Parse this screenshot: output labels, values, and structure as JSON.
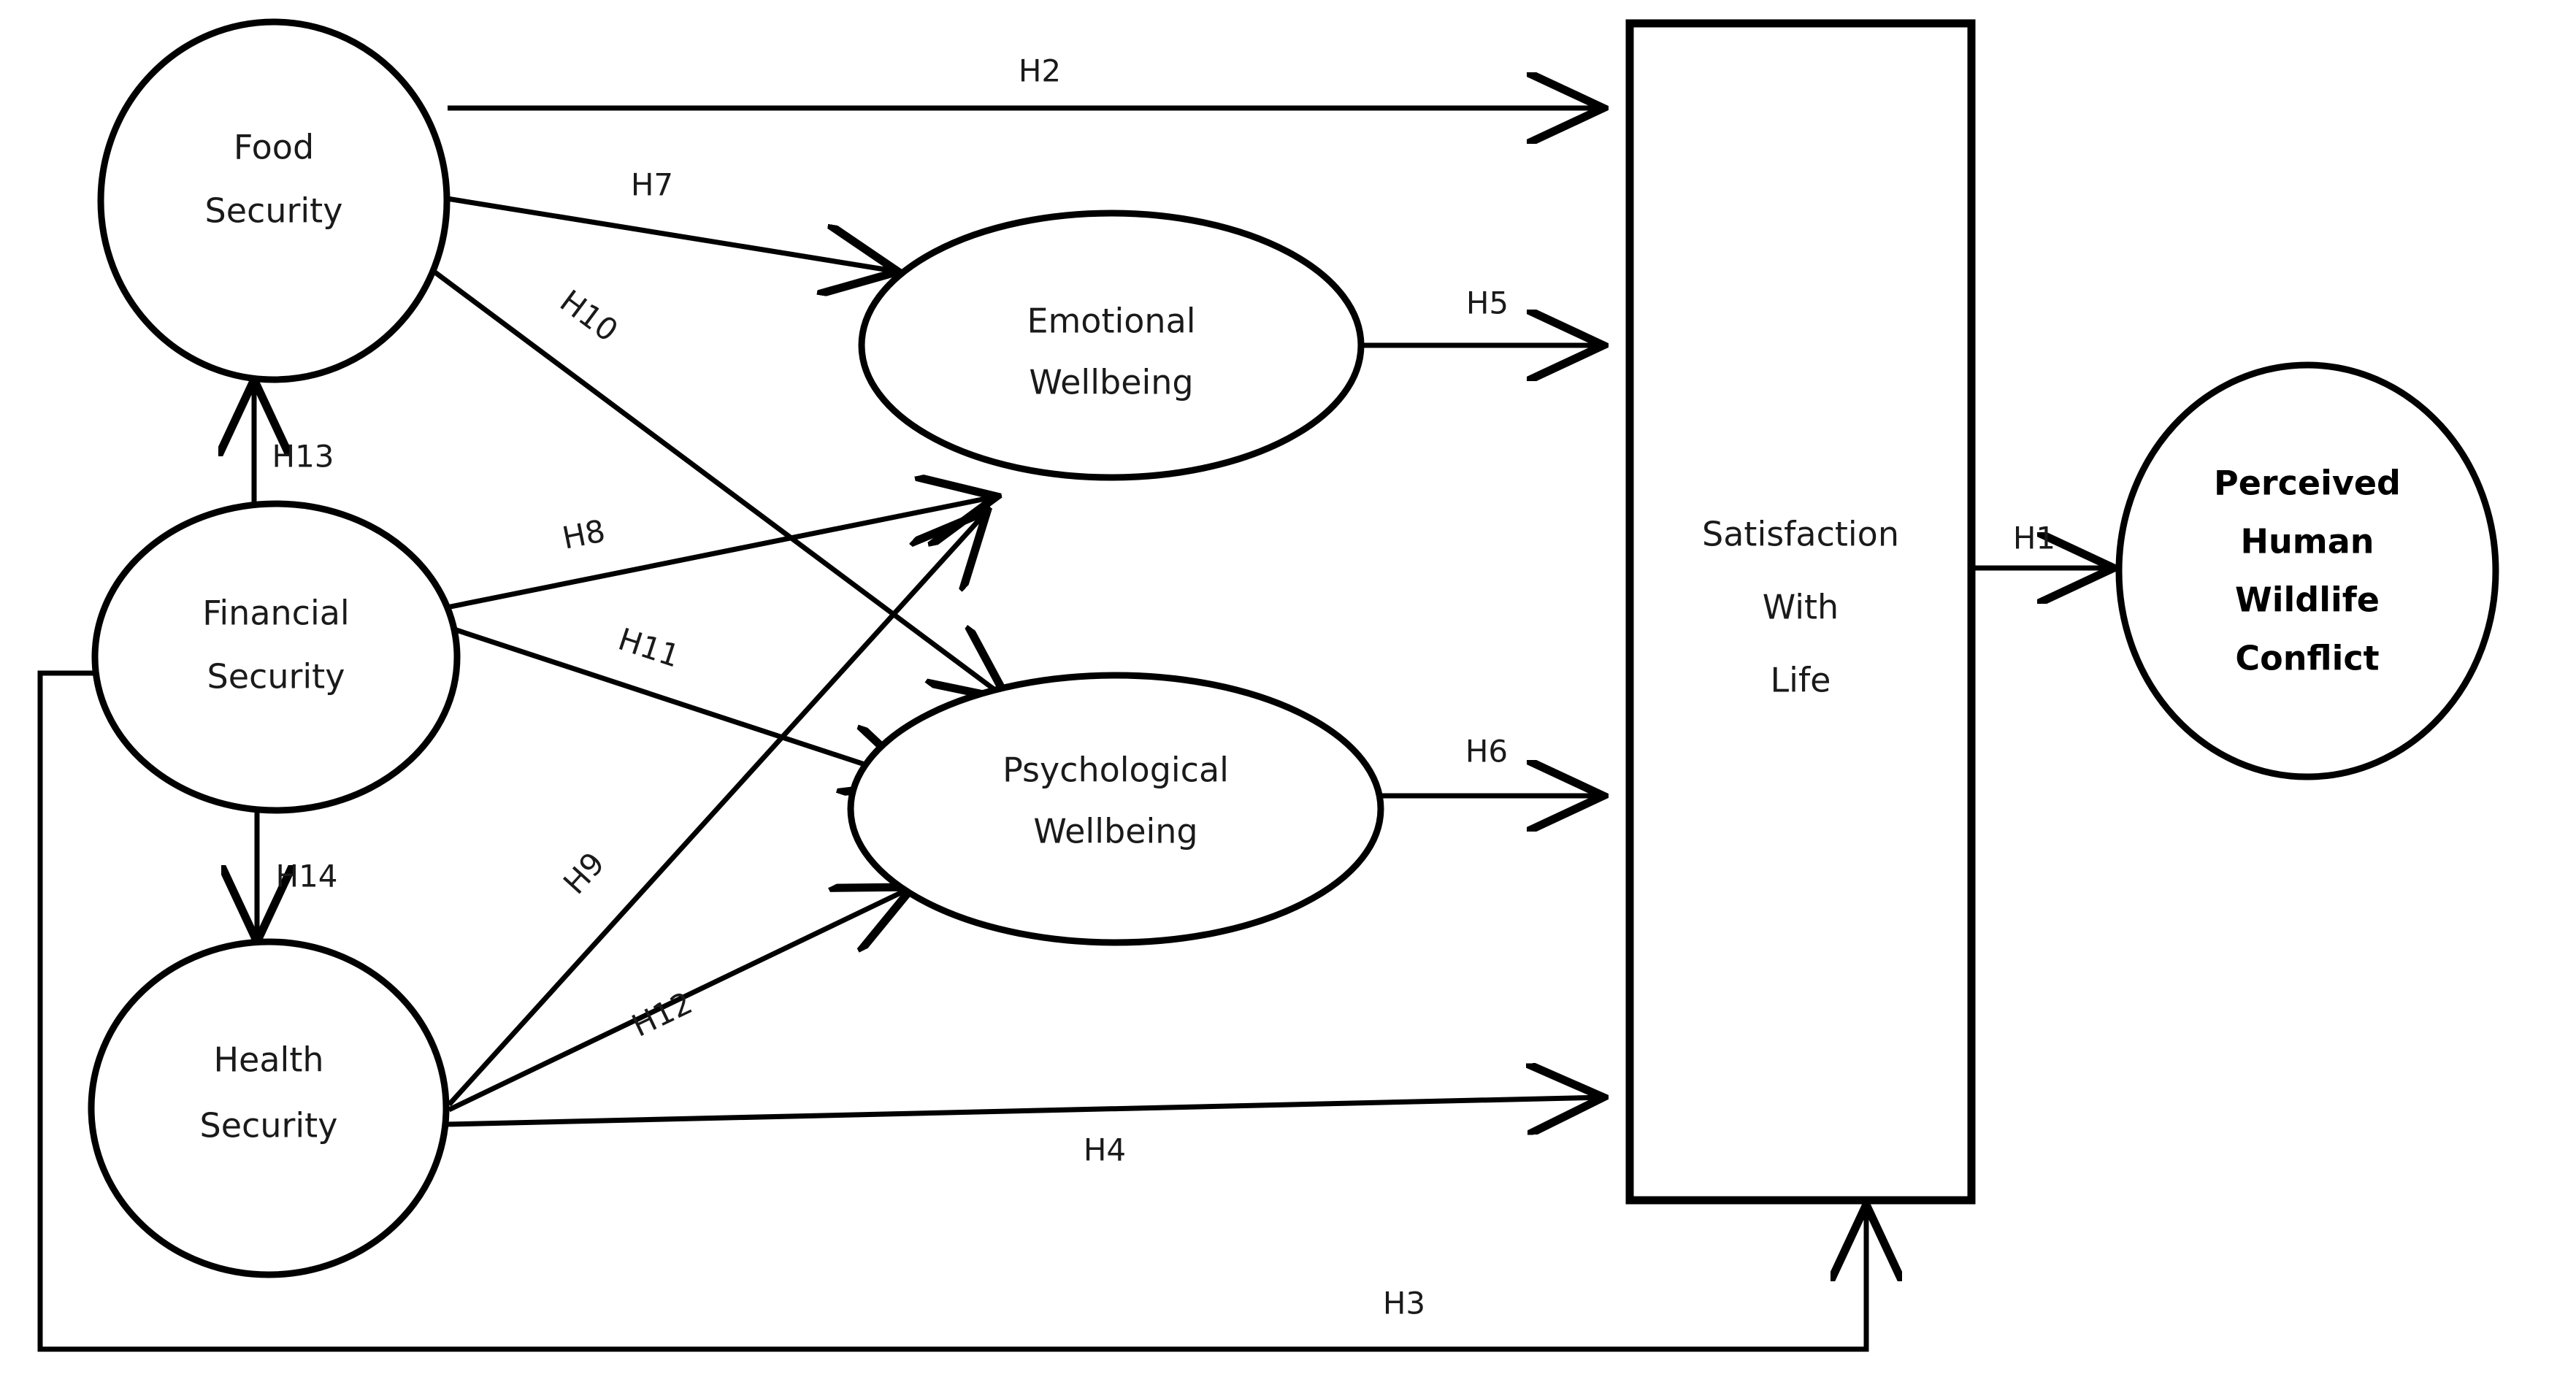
{
  "diagram": {
    "title": "Conceptual model of human security, wellbeing, satisfaction with life and perceived human wildlife conflict",
    "nodes": [
      {
        "id": "food_security",
        "label_line1": "Food",
        "label_line2": "Security",
        "shape": "circle"
      },
      {
        "id": "financial_security",
        "label_line1": "Financial",
        "label_line2": "Security",
        "shape": "circle"
      },
      {
        "id": "health_security",
        "label_line1": "Health",
        "label_line2": "Security",
        "shape": "circle"
      },
      {
        "id": "emotional_wellbeing",
        "label_line1": "Emotional",
        "label_line2": "Wellbeing",
        "shape": "ellipse"
      },
      {
        "id": "psychological_wellbeing",
        "label_line1": "Psychological",
        "label_line2": "Wellbeing",
        "shape": "ellipse"
      },
      {
        "id": "satisfaction_with_life",
        "label_line1": "Satisfaction",
        "label_line2": "With",
        "label_line3": "Life",
        "shape": "rectangle"
      },
      {
        "id": "perceived_human_wildlife_conflict",
        "label_line1": "Perceived",
        "label_line2": "Human",
        "label_line3": "Wildlife",
        "label_line4": "Conflict",
        "shape": "circle"
      }
    ],
    "edges": [
      {
        "id": "H1",
        "label": "H1",
        "from": "satisfaction_with_life",
        "to": "perceived_human_wildlife_conflict"
      },
      {
        "id": "H2",
        "label": "H2",
        "from": "food_security",
        "to": "satisfaction_with_life"
      },
      {
        "id": "H3",
        "label": "H3",
        "from": "financial_security",
        "to": "satisfaction_with_life"
      },
      {
        "id": "H4",
        "label": "H4",
        "from": "health_security",
        "to": "satisfaction_with_life"
      },
      {
        "id": "H5",
        "label": "H5",
        "from": "emotional_wellbeing",
        "to": "satisfaction_with_life"
      },
      {
        "id": "H6",
        "label": "H6",
        "from": "psychological_wellbeing",
        "to": "satisfaction_with_life"
      },
      {
        "id": "H7",
        "label": "H7",
        "from": "food_security",
        "to": "emotional_wellbeing"
      },
      {
        "id": "H8",
        "label": "H8",
        "from": "financial_security",
        "to": "emotional_wellbeing"
      },
      {
        "id": "H9",
        "label": "H9",
        "from": "health_security",
        "to": "emotional_wellbeing"
      },
      {
        "id": "H10",
        "label": "H10",
        "from": "food_security",
        "to": "psychological_wellbeing"
      },
      {
        "id": "H11",
        "label": "H11",
        "from": "financial_security",
        "to": "psychological_wellbeing"
      },
      {
        "id": "H12",
        "label": "H12",
        "from": "health_security",
        "to": "psychological_wellbeing"
      },
      {
        "id": "H13",
        "label": "H13",
        "from": "financial_security",
        "to": "food_security"
      },
      {
        "id": "H14",
        "label": "H14",
        "from": "financial_security",
        "to": "health_security"
      }
    ],
    "colors": {
      "stroke": "#000000",
      "text": "#1a1a1a",
      "background": "#ffffff"
    }
  }
}
